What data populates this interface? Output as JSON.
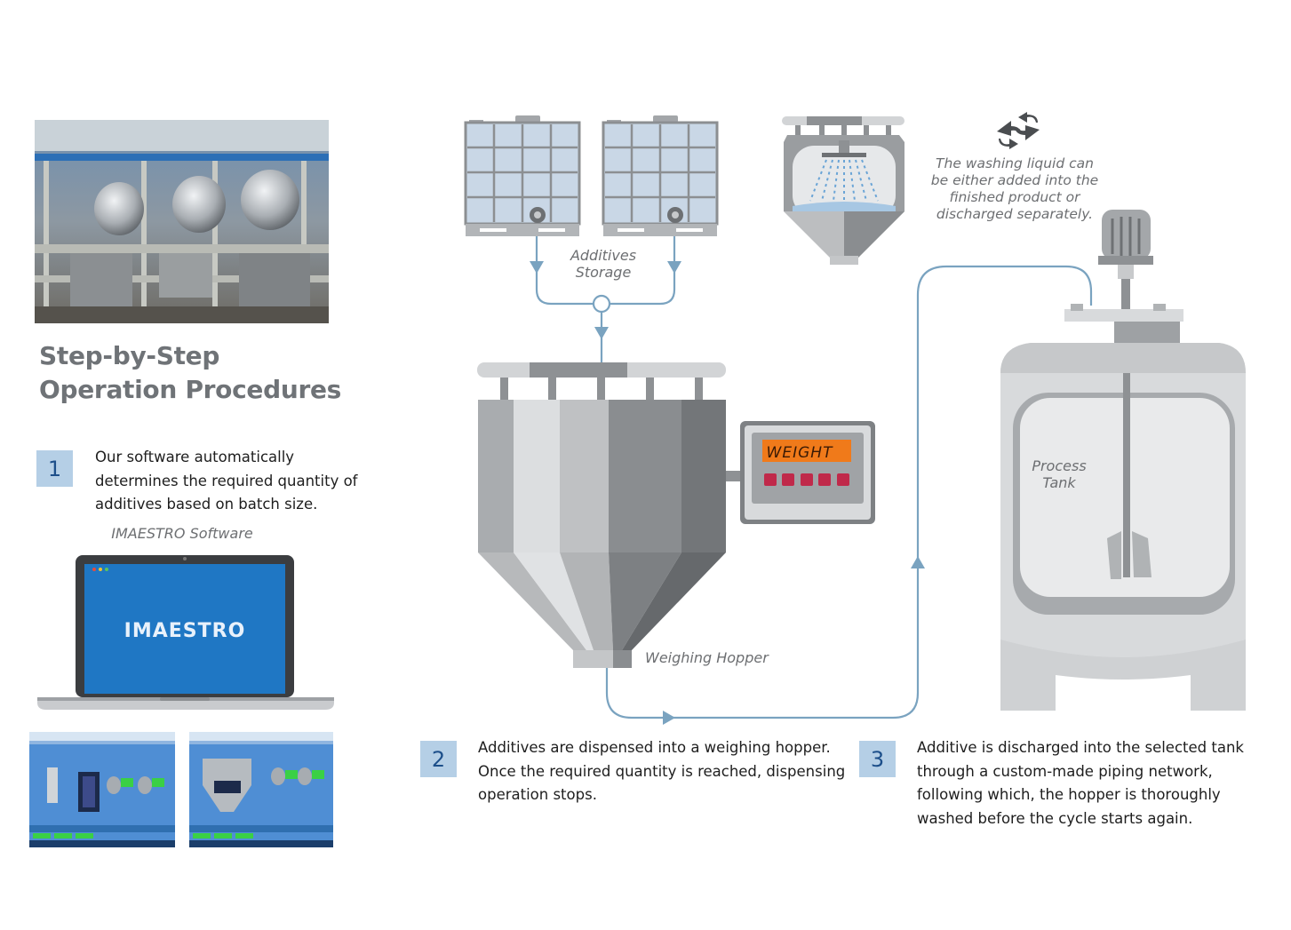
{
  "heading": {
    "line1": "Step-by-Step",
    "line2": "Operation Procedures"
  },
  "steps": [
    {
      "number": "1",
      "text_lines": [
        "Our software automatically",
        "determines the required quantity of",
        "additives based on batch size."
      ]
    },
    {
      "number": "2",
      "text_lines": [
        "Additives are dispensed into a weighing hopper.",
        "Once the required quantity is reached, dispensing",
        "operation stops."
      ]
    },
    {
      "number": "3",
      "text_lines": [
        "Additive is discharged into the selected tank",
        "through a custom-made piping network,",
        "following which, the hopper is thoroughly",
        "washed before the cycle starts again."
      ]
    }
  ],
  "software": {
    "caption": "IMAESTRO Software",
    "logo": "IMAESTRO"
  },
  "labels": {
    "additives_storage": [
      "Additives",
      "Storage"
    ],
    "weighing_hopper": "Weighing Hopper",
    "process_tank": [
      "Process",
      "Tank"
    ],
    "washing_note": [
      "The washing liquid can",
      "be either added into the",
      "finished product or",
      "discharged separately."
    ],
    "scale_display": "WEIGHT"
  },
  "icons": {
    "wash_cycle": "recycle-arrows-icon"
  },
  "colors": {
    "pipe": "#7aa3c0",
    "step_badge": "#b5cfe6",
    "step_badge_text": "#1d4f8a",
    "screen_blue": "#1f77c4",
    "scale_display": "#f07a1a",
    "scale_buttons": "#c0294a"
  }
}
